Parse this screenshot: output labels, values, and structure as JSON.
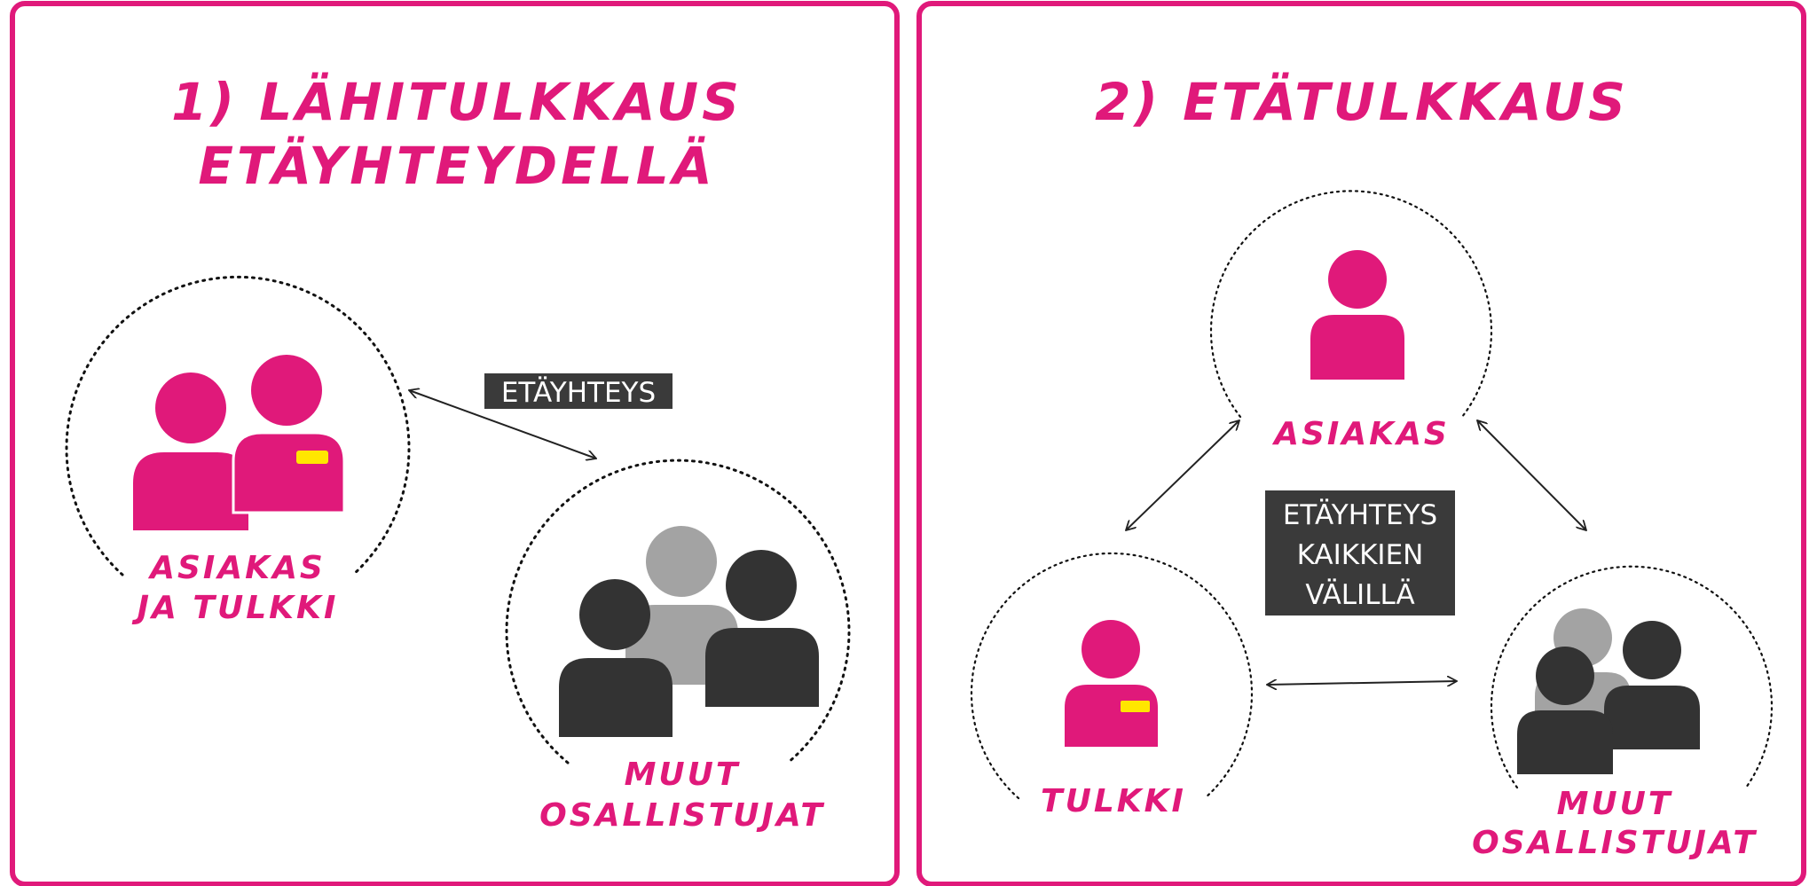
{
  "panels": [
    {
      "title_line1": "1) LÄHITULKKAUS",
      "title_line2": "ETÄYHTEYDELLÄ",
      "connection_label": "ETÄYHTEYS",
      "group1_line1": "ASIAKAS",
      "group1_line2": "JA TULKKI",
      "group2_line1": "MUUT",
      "group2_line2": "OSALLISTUJAT"
    },
    {
      "title": "2) ETÄTULKKAUS",
      "connection_line1": "ETÄYHTEYS",
      "connection_line2": "KAIKKIEN",
      "connection_line3": "VÄLILLÄ",
      "top_label": "ASIAKAS",
      "left_label": "TULKKI",
      "right_line1": "MUUT",
      "right_line2": "OSALLISTUJAT"
    }
  ],
  "colors": {
    "accent": "#e0197a",
    "dark": "#333333",
    "gray": "#a3a3a3",
    "badge": "#ffe600",
    "label_box": "#3a3a3a"
  },
  "icons": [
    "person-icon",
    "interpreter-icon",
    "group-icon",
    "double-arrow-icon"
  ]
}
